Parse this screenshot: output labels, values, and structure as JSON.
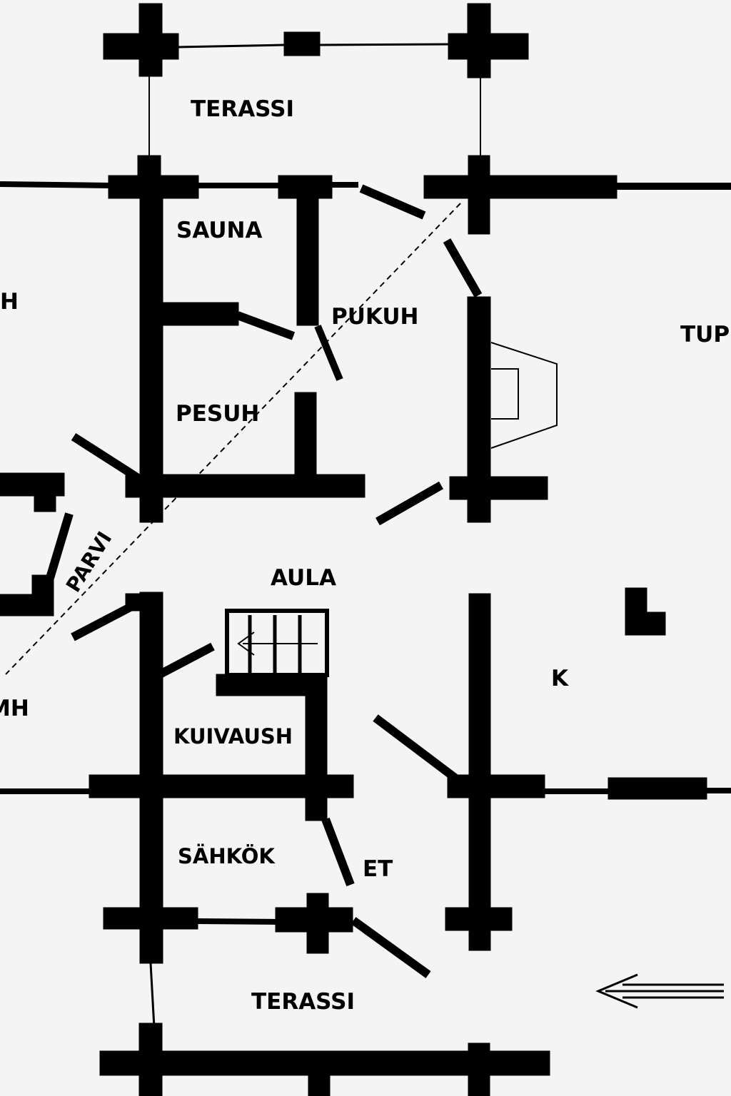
{
  "rooms": {
    "terassi_top": "TERASSI",
    "sauna": "SAUNA",
    "h_left": "H",
    "pukuh": "PUKUH",
    "tup": "TUP",
    "pesuh": "PESUH",
    "parvi": "PARVI",
    "aula": "AULA",
    "k": "K",
    "mh_left": "MH",
    "kuivaush": "KUIVAUSH",
    "sahkok": "SÄHKÖK",
    "et": "ET",
    "terassi_bottom": "TERASSI"
  },
  "colors": {
    "background": "#f4f4f4",
    "wall": "#000000"
  },
  "icons": {
    "stairs": "stairs-icon",
    "fireplace": "fireplace-icon",
    "entrance_arrow": "entrance-arrow-icon",
    "loft_edge": "loft-edge-line"
  }
}
